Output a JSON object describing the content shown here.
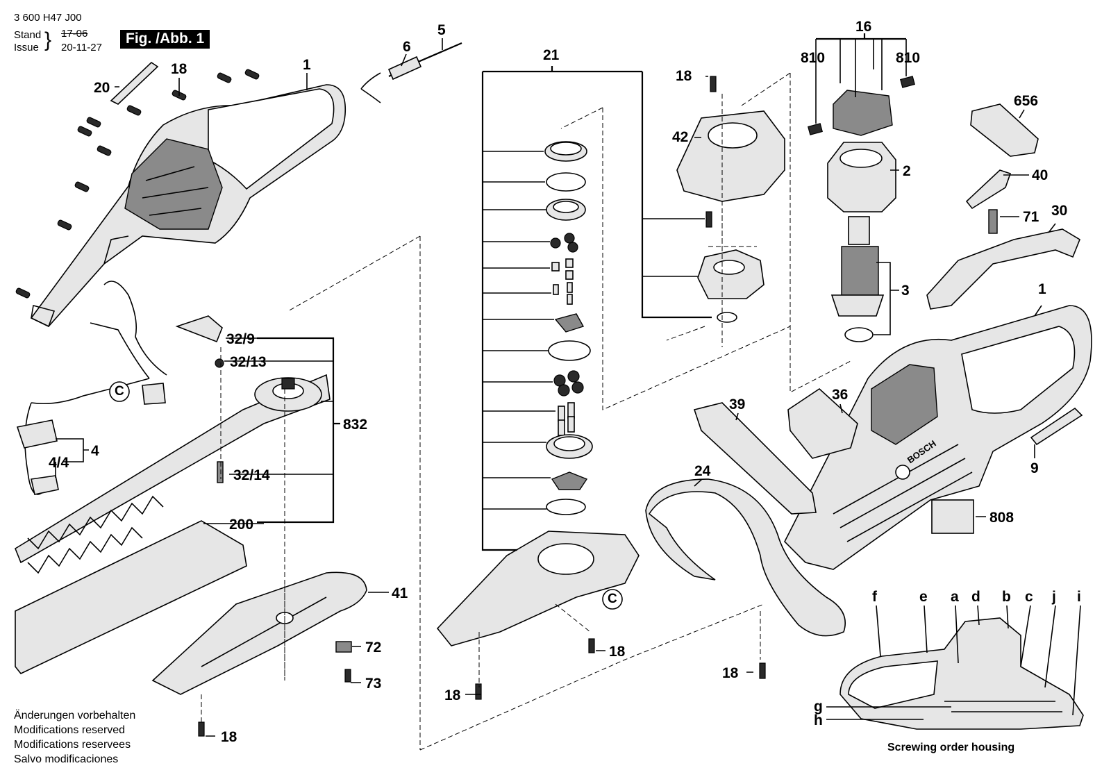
{
  "header": {
    "doc_number": "3 600 H47 J00",
    "stand_label": "Stand",
    "issue_label": "Issue",
    "old_date": "17-06",
    "date": "20-11-27",
    "figure": "Fig. /Abb. 1"
  },
  "callouts": [
    {
      "id": "20",
      "text": "20"
    },
    {
      "id": "18a",
      "text": "18"
    },
    {
      "id": "1a",
      "text": "1"
    },
    {
      "id": "6",
      "text": "6"
    },
    {
      "id": "5",
      "text": "5"
    },
    {
      "id": "21",
      "text": "21"
    },
    {
      "id": "18b",
      "text": "18"
    },
    {
      "id": "42",
      "text": "42"
    },
    {
      "id": "16",
      "text": "16"
    },
    {
      "id": "810a",
      "text": "810"
    },
    {
      "id": "810b",
      "text": "810"
    },
    {
      "id": "656",
      "text": "656"
    },
    {
      "id": "2",
      "text": "2"
    },
    {
      "id": "40",
      "text": "40"
    },
    {
      "id": "71",
      "text": "71"
    },
    {
      "id": "30",
      "text": "30"
    },
    {
      "id": "3",
      "text": "3"
    },
    {
      "id": "1b",
      "text": "1"
    },
    {
      "id": "32_9",
      "text": "32/9"
    },
    {
      "id": "32_13",
      "text": "32/13"
    },
    {
      "id": "c1",
      "text": "C"
    },
    {
      "id": "832",
      "text": "832"
    },
    {
      "id": "4",
      "text": "4"
    },
    {
      "id": "4_4",
      "text": "4/4"
    },
    {
      "id": "32_14",
      "text": "32/14"
    },
    {
      "id": "200",
      "text": "200"
    },
    {
      "id": "41",
      "text": "41"
    },
    {
      "id": "72",
      "text": "72"
    },
    {
      "id": "73",
      "text": "73"
    },
    {
      "id": "18c",
      "text": "18"
    },
    {
      "id": "18d",
      "text": "18"
    },
    {
      "id": "c2",
      "text": "C"
    },
    {
      "id": "18e",
      "text": "18"
    },
    {
      "id": "39",
      "text": "39"
    },
    {
      "id": "36",
      "text": "36"
    },
    {
      "id": "24",
      "text": "24"
    },
    {
      "id": "9",
      "text": "9"
    },
    {
      "id": "808",
      "text": "808"
    },
    {
      "id": "18f",
      "text": "18"
    }
  ],
  "screw_order": {
    "letters": [
      "f",
      "e",
      "a",
      "d",
      "b",
      "c",
      "j",
      "i",
      "g",
      "h"
    ],
    "caption": "Screwing order housing"
  },
  "brand_mark": "BOSCH",
  "modifications": [
    "Änderungen vorbehalten",
    "Modifications reserved",
    "Modifications reservees",
    "Salvo modificaciones"
  ]
}
